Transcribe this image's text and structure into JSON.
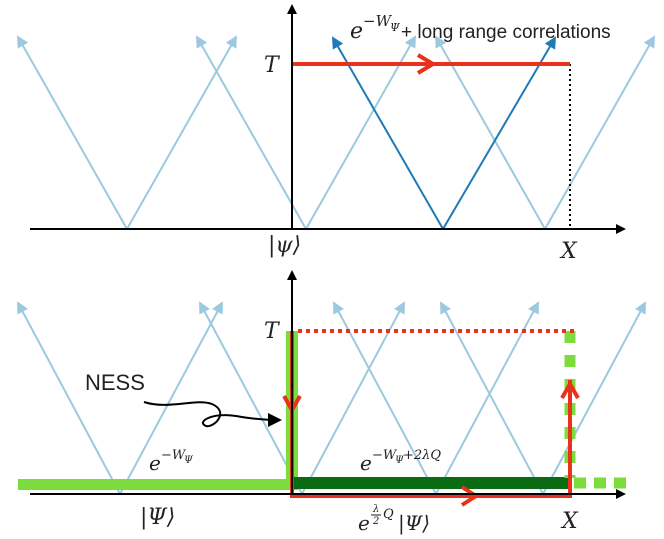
{
  "colors": {
    "light_ray": "#9cc9e0",
    "dark_ray": "#1f7ab5",
    "red": "#e8321c",
    "light_green": "#7ddc3d",
    "dark_green": "#0b6b12",
    "axis": "#000000"
  },
  "top_panel": {
    "t_label": "T",
    "x_label": "X",
    "psi_label": "|ψ⟩",
    "exp_base": "e",
    "exp_sup": "−W",
    "exp_sub": "Ψ",
    "correlation_text": "+ long range correlations"
  },
  "bottom_panel": {
    "t_label": "T",
    "x_label": "X",
    "psi_label": "|Ψ⟩",
    "ness_label": "NESS",
    "left_exp_base": "e",
    "left_exp_sup": "−W",
    "left_exp_sub": "Ψ",
    "mid_exp_base": "e",
    "mid_exp_sup_a": "−W",
    "mid_exp_sub": "Ψ",
    "mid_exp_sup_b": "+2λQ",
    "bottom_exp_base": "e",
    "bottom_exp_frac_num": "λ",
    "bottom_exp_frac_den": "2",
    "bottom_exp_sup_tail": "Q",
    "bottom_ket": "|Ψ⟩"
  }
}
